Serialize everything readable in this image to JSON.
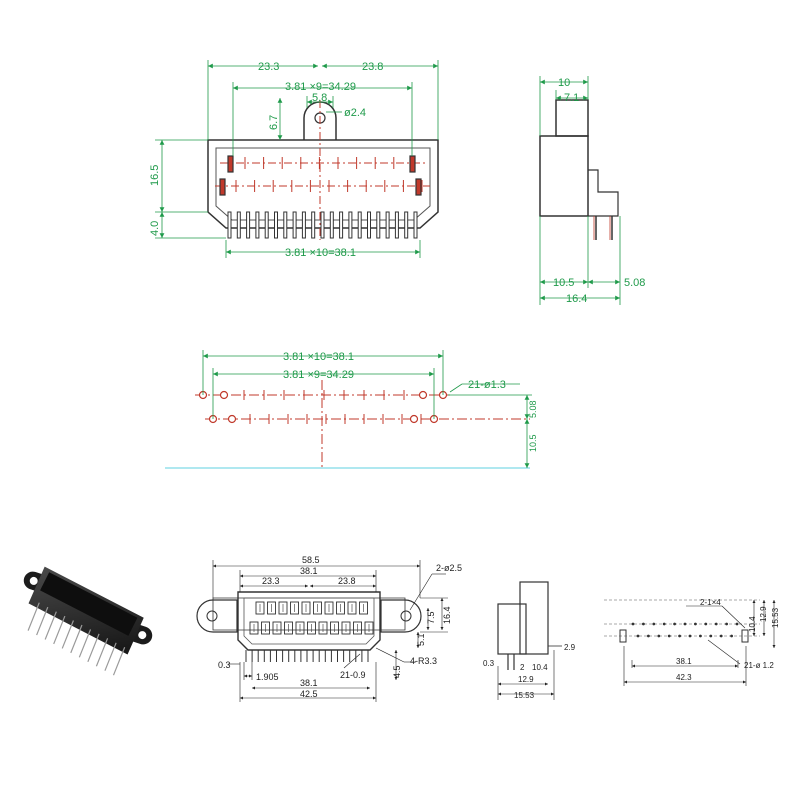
{
  "colors": {
    "outline": "#333333",
    "dimension": "#1f9a4a",
    "centerline": "#c0392b",
    "guide": "#5fd0e0",
    "photo": "#2a2a2a"
  },
  "top_view": {
    "dims": {
      "left_half": "23.3",
      "right_half": "23.8",
      "row_pitch": "3.81 ×9=34.29",
      "tab_width": "5.8",
      "tab_height": "6.7",
      "tab_hole": "ø2.4",
      "body_height": "16.5",
      "pin_length": "4.0",
      "pin_pitch": "3.81 ×10=38.1"
    }
  },
  "side_view": {
    "dims": {
      "top_width": "10",
      "inner_width": "7.1",
      "depth_a": "10.5",
      "depth_b": "5.08",
      "total": "16.4"
    }
  },
  "footprint_view": {
    "dims": {
      "outer": "3.81 ×10=38.1",
      "inner": "3.81 ×9=34.29",
      "holes": "21-ø1.3",
      "row_offset": "5.08",
      "edge_offset": "10.5"
    }
  },
  "bottom_front": {
    "dims": {
      "overall": "58.5",
      "inner": "38.1",
      "left": "23.3",
      "right": "23.8",
      "mount_holes": "2-ø2.5",
      "h1": "7.5",
      "h2": "16.4",
      "h3": "5.1",
      "corner_radius": "4-R3.3",
      "offset": "0.3",
      "pitch": "1.905",
      "pins": "21-0.9",
      "pin_len": "4.5",
      "bottom_inner": "38.1",
      "bottom_total": "42.5"
    }
  },
  "bottom_side": {
    "dims": {
      "offset": "0.3",
      "a": "2",
      "b": "10.4",
      "c": "2.9",
      "d": "12.9",
      "e": "15.53"
    }
  },
  "bottom_footprint": {
    "dims": {
      "slots": "2-1×4",
      "v1": "10.4",
      "v2": "12.9",
      "v3": "15.53",
      "span": "38.1",
      "total": "42.3",
      "holes": "21-ø 1.2"
    }
  }
}
